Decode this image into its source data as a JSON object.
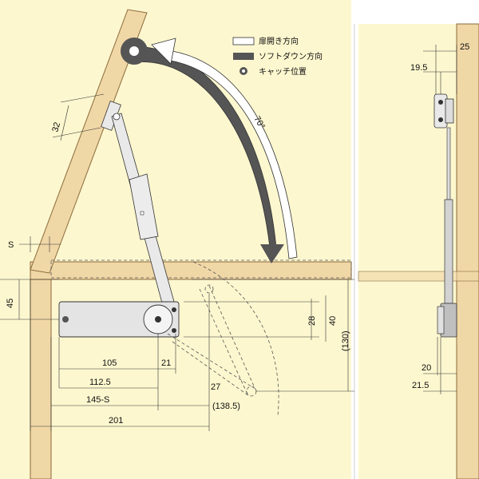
{
  "legend": {
    "items": [
      {
        "label": "扉開き方向",
        "swatch": "outline"
      },
      {
        "label": "ソフトダウン方向",
        "swatch": "filled"
      },
      {
        "label": "キャッチ位置",
        "swatch": "circle"
      }
    ]
  },
  "angle_label": "70°",
  "dimensions": {
    "d32": "32",
    "dS": "S",
    "d45": "45",
    "d28": "28",
    "d40": "40",
    "d130": "(130)",
    "d105": "105",
    "d21": "21",
    "d27": "27",
    "d112_5": "112.5",
    "d145s": "145-S",
    "d138_5": "(138.5)",
    "d201": "201",
    "d25": "25",
    "d19_5": "19.5",
    "d20": "20",
    "d21_5": "21.5"
  },
  "colors": {
    "panel_bg": "#fdf7cf",
    "wood": "#f0d7a6",
    "arrow_fill": "#555555",
    "metal": "#e9e9e9"
  }
}
